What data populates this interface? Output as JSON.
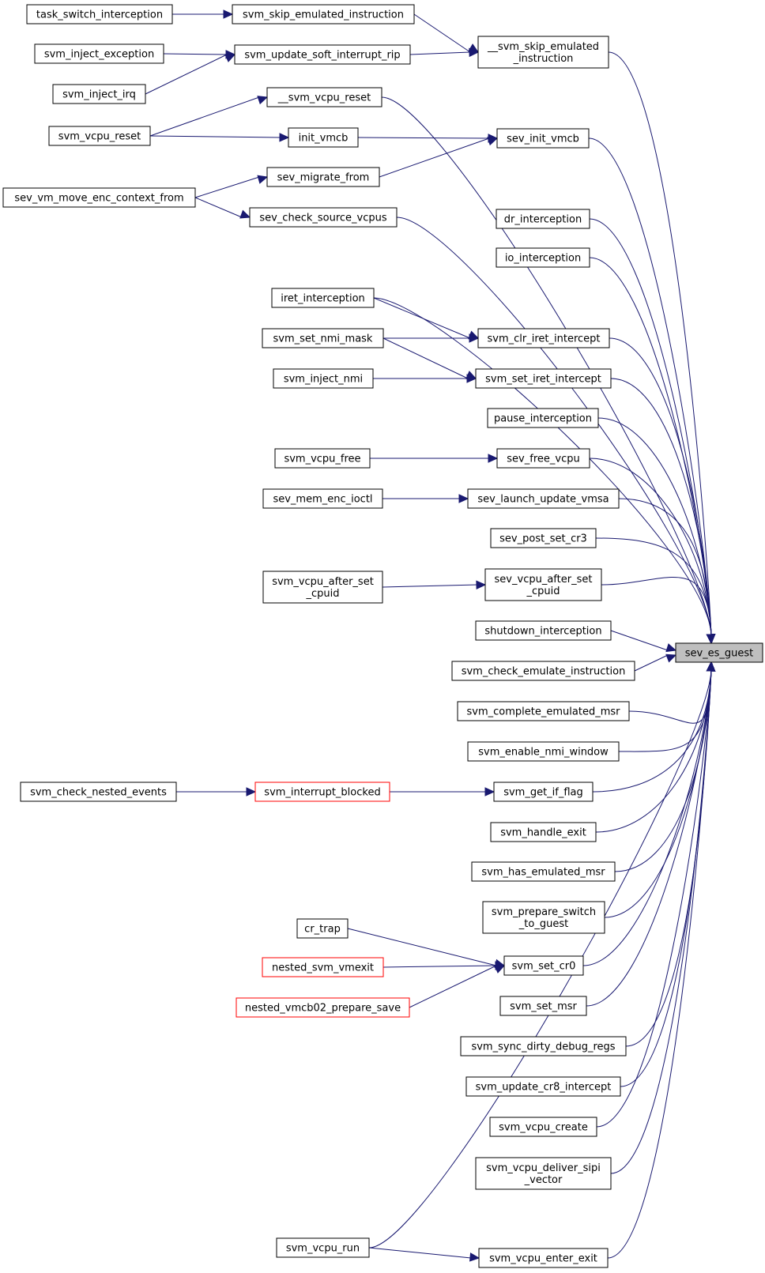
{
  "graph": {
    "nodes": {
      "target": {
        "lines": [
          "sev_es_guest"
        ]
      },
      "n_skip": {
        "lines": [
          "__svm_skip_emulated",
          "_instruction"
        ]
      },
      "n_vcpu_reset_int": {
        "lines": [
          "__svm_vcpu_reset"
        ]
      },
      "n_init_vmcb": {
        "lines": [
          "init_vmcb"
        ]
      },
      "n_sev_init_vmcb": {
        "lines": [
          "sev_init_vmcb"
        ]
      },
      "n_sev_migrate_from": {
        "lines": [
          "sev_migrate_from"
        ]
      },
      "n_sev_check_source": {
        "lines": [
          "sev_check_source_vcpus"
        ]
      },
      "n_dr": {
        "lines": [
          "dr_interception"
        ]
      },
      "n_io": {
        "lines": [
          "io_interception"
        ]
      },
      "n_iret": {
        "lines": [
          "iret_interception"
        ]
      },
      "n_clr_iret": {
        "lines": [
          "svm_clr_iret_intercept"
        ]
      },
      "n_set_iret": {
        "lines": [
          "svm_set_iret_intercept"
        ]
      },
      "n_pause": {
        "lines": [
          "pause_interception"
        ]
      },
      "n_sev_free": {
        "lines": [
          "sev_free_vcpu"
        ]
      },
      "n_launch_vmsa": {
        "lines": [
          "sev_launch_update_vmsa"
        ]
      },
      "n_post_cr3": {
        "lines": [
          "sev_post_set_cr3"
        ]
      },
      "n_sev_after_cpuid": {
        "lines": [
          "sev_vcpu_after_set",
          "_cpuid"
        ]
      },
      "n_shutdown": {
        "lines": [
          "shutdown_interception"
        ]
      },
      "n_check_emulate": {
        "lines": [
          "svm_check_emulate_instruction"
        ]
      },
      "n_complete_msr": {
        "lines": [
          "svm_complete_emulated_msr"
        ]
      },
      "n_nmi_window": {
        "lines": [
          "svm_enable_nmi_window"
        ]
      },
      "n_get_if": {
        "lines": [
          "svm_get_if_flag"
        ]
      },
      "n_handle_exit": {
        "lines": [
          "svm_handle_exit"
        ]
      },
      "n_has_msr": {
        "lines": [
          "svm_has_emulated_msr"
        ]
      },
      "n_prepare_switch": {
        "lines": [
          "svm_prepare_switch",
          "_to_guest"
        ]
      },
      "n_set_cr0": {
        "lines": [
          "svm_set_cr0"
        ]
      },
      "n_set_msr": {
        "lines": [
          "svm_set_msr"
        ]
      },
      "n_sync_dirty": {
        "lines": [
          "svm_sync_dirty_debug_regs"
        ]
      },
      "n_update_cr8": {
        "lines": [
          "svm_update_cr8_intercept"
        ]
      },
      "n_vcpu_create": {
        "lines": [
          "svm_vcpu_create"
        ]
      },
      "n_deliver_sipi": {
        "lines": [
          "svm_vcpu_deliver_sipi",
          "_vector"
        ]
      },
      "n_enter_exit": {
        "lines": [
          "svm_vcpu_enter_exit"
        ]
      },
      "n_task_switch": {
        "lines": [
          "task_switch_interception"
        ]
      },
      "n_skip_instr": {
        "lines": [
          "svm_skip_emulated_instruction"
        ]
      },
      "n_inject_exc": {
        "lines": [
          "svm_inject_exception"
        ]
      },
      "n_update_soft": {
        "lines": [
          "svm_update_soft_interrupt_rip"
        ]
      },
      "n_inject_irq": {
        "lines": [
          "svm_inject_irq"
        ]
      },
      "n_vcpu_reset": {
        "lines": [
          "svm_vcpu_reset"
        ]
      },
      "n_move_enc": {
        "lines": [
          "sev_vm_move_enc_context_from"
        ]
      },
      "n_set_nmi_mask": {
        "lines": [
          "svm_set_nmi_mask"
        ]
      },
      "n_inject_nmi": {
        "lines": [
          "svm_inject_nmi"
        ]
      },
      "n_vcpu_free": {
        "lines": [
          "svm_vcpu_free"
        ]
      },
      "n_mem_enc_ioctl": {
        "lines": [
          "sev_mem_enc_ioctl"
        ]
      },
      "n_after_cpuid": {
        "lines": [
          "svm_vcpu_after_set",
          "_cpuid"
        ]
      },
      "n_check_nested": {
        "lines": [
          "svm_check_nested_events"
        ]
      },
      "n_intr_blocked": {
        "lines": [
          "svm_interrupt_blocked"
        ]
      },
      "n_cr_trap": {
        "lines": [
          "cr_trap"
        ]
      },
      "n_nested_vmexit": {
        "lines": [
          "nested_svm_vmexit"
        ]
      },
      "n_vmcb02_save": {
        "lines": [
          "nested_vmcb02_prepare_save"
        ]
      },
      "n_vcpu_run": {
        "lines": [
          "svm_vcpu_run"
        ]
      }
    }
  }
}
